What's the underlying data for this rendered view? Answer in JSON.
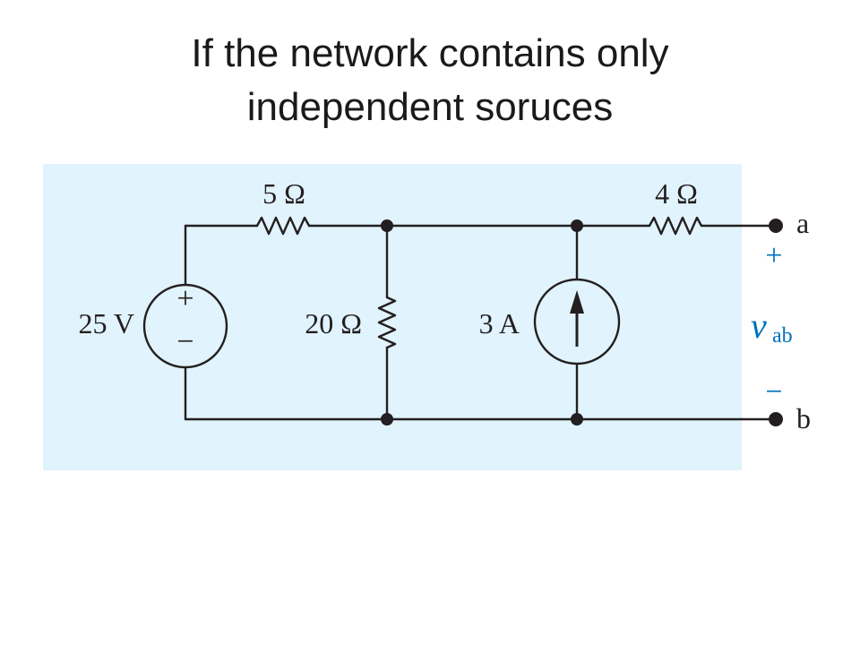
{
  "slide": {
    "title_line1": "If the network contains only",
    "title_line2": "independent soruces"
  },
  "circuit": {
    "background_color": "#e1f3fc",
    "wire_color": "#231f20",
    "accent_color": "#0072bc",
    "voltage_source": {
      "label": "25 V",
      "plus": "+",
      "minus": "−"
    },
    "resistor_5": {
      "label": "5 Ω"
    },
    "resistor_20": {
      "label": "20 Ω"
    },
    "resistor_4": {
      "label": "4 Ω"
    },
    "current_source": {
      "label": "3 A",
      "direction_icon": "arrow-up-icon"
    },
    "terminal_a": {
      "label": "a"
    },
    "terminal_b": {
      "label": "b"
    },
    "output_voltage": {
      "symbol": "v",
      "subscript": "ab",
      "plus": "+",
      "minus": "−"
    }
  }
}
